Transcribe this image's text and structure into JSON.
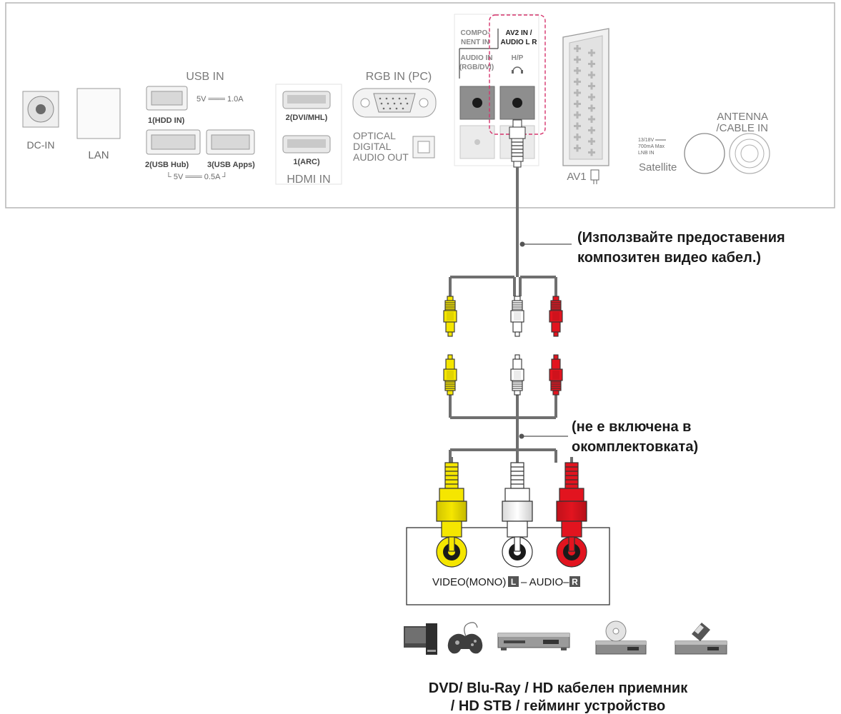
{
  "panel": {
    "dc_in": "DC-IN",
    "lan": "LAN",
    "usb_in": "USB IN",
    "usb_power_top": "5V ═══ 1.0A",
    "usb1": "1(HDD IN)",
    "usb2": "2(USB Hub)",
    "usb3": "3(USB Apps)",
    "usb_power_bottom": "└ 5V ═══ 0.5A ┘",
    "hdmi2": "2(DVI/MHL)",
    "hdmi1": "1(ARC)",
    "hdmi_in": "HDMI IN",
    "rgb_in": "RGB IN (PC)",
    "optical_1": "OPTICAL",
    "optical_2": "DIGITAL",
    "optical_3": "AUDIO OUT",
    "component_1": "COMPO-",
    "component_2": "NENT IN",
    "av2_1": "AV2 IN /",
    "av2_2": "AUDIO L R",
    "audio_in_1": "AUDIO IN",
    "audio_in_2": "(RGB/DVI)",
    "hp": "H/P",
    "av1": "AV1",
    "antenna_1": "ANTENNA",
    "antenna_2": "/CABLE IN",
    "sat_1": "13/18V ═══",
    "sat_2": "700mA Max",
    "sat_3": "LNB IN",
    "satellite": "Satellite"
  },
  "notes": {
    "supplied_1": "(Използвайте предоставения",
    "supplied_2": "композитен видео кабел.)",
    "not_included_1": "(не е включена в",
    "not_included_2": "окомплектовката)"
  },
  "device": {
    "video_label": "VIDEO(MONO)",
    "l_badge": "L",
    "audio_label": "– AUDIO–",
    "r_badge": "R"
  },
  "caption": {
    "line1": "DVD/ Blu-Ray / HD кабелен приемник",
    "line2": "/ HD STB / гейминг устройство"
  },
  "colors": {
    "yellow": "#f5e600",
    "white": "#ffffff",
    "red": "#e2141f",
    "accent_dashed": "#d6336c"
  }
}
